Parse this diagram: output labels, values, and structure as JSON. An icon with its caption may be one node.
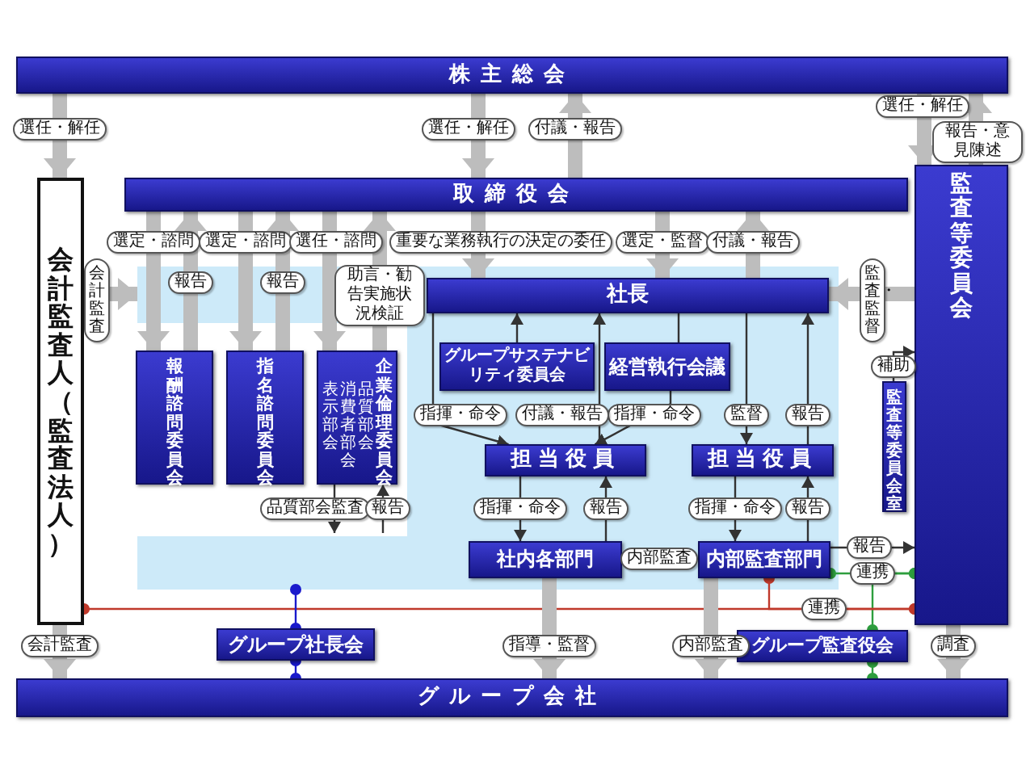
{
  "diagram": {
    "nodes": [
      {
        "text": [
          "株主総会"
        ]
      },
      {
        "text": [
          "取締役会"
        ]
      },
      {
        "text": [
          "会計監査人（監査法人）"
        ]
      },
      {
        "text": [
          "監査等委員会"
        ]
      },
      {
        "text": [],
        "shape": "box"
      },
      {
        "text": [
          "報酬諮問委員会"
        ]
      },
      {
        "text": [
          "指名諮問委員会"
        ]
      },
      {
        "text": [
          "企業倫理委員会",
          "品質部会",
          "消費者部会",
          "表示部会"
        ]
      },
      {
        "text": [
          "社長"
        ],
        "in": 4
      },
      {
        "text": [
          "グループサステナビリティ委員会"
        ],
        "in": 4
      },
      {
        "text": [
          "経営執行会議"
        ],
        "in": 4
      },
      {
        "text": [
          "担当役員"
        ],
        "in": 4
      },
      {
        "text": [
          "担当役員"
        ],
        "in": 4
      },
      {
        "text": [
          "社内各部門"
        ],
        "in": 4
      },
      {
        "text": [
          "内部監査部門"
        ],
        "in": 4
      },
      {
        "text": [
          "監査等委員会室"
        ]
      },
      {
        "text": [
          "グループ社長会"
        ]
      },
      {
        "text": [
          "グループ監査役会"
        ]
      },
      {
        "text": [
          "グループ会社"
        ]
      }
    ],
    "edges": [
      {
        "from": 0,
        "to": 2,
        "arrow": "to",
        "label": "選任・解任",
        "style": "thick"
      },
      {
        "from": 0,
        "to": 1,
        "arrow": "to",
        "label": "選任・解任",
        "style": "thick"
      },
      {
        "from": 1,
        "to": 0,
        "arrow": "to",
        "label": "付議・報告",
        "style": "thick"
      },
      {
        "from": 0,
        "to": 3,
        "arrow": "to",
        "label": "選任・解任",
        "style": "thick"
      },
      {
        "from": 3,
        "to": 0,
        "arrow": "to",
        "label": "報告・意見陳述",
        "style": "thick"
      },
      {
        "from": 1,
        "to": 5,
        "arrow": "to",
        "label": "選定・諮問",
        "style": "thick"
      },
      {
        "from": 5,
        "to": 1,
        "arrow": "to",
        "label": "報告",
        "style": "thick"
      },
      {
        "from": 1,
        "to": 6,
        "arrow": "to",
        "label": "選定・諮問",
        "style": "thick"
      },
      {
        "from": 6,
        "to": 1,
        "arrow": "to",
        "label": "報告",
        "style": "thick"
      },
      {
        "from": 1,
        "to": 7,
        "arrow": "to",
        "label": "選任・諮問",
        "style": "thick"
      },
      {
        "from": 7,
        "to": 1,
        "arrow": "to",
        "label": "助言・勧告実施状況検証",
        "style": "thick"
      },
      {
        "from": 1,
        "to": 8,
        "arrow": "to",
        "label": "重要な業務執行の決定の委任",
        "style": "thick"
      },
      {
        "from": 1,
        "to": 8,
        "arrow": "to",
        "label": "選定・監督",
        "style": "thick"
      },
      {
        "from": 8,
        "to": 1,
        "arrow": "to",
        "label": "付議・報告",
        "style": "thick"
      },
      {
        "from": 3,
        "to": 8,
        "arrow": "to",
        "label": "監査・監督",
        "style": "thick"
      },
      {
        "from": 2,
        "to": 4,
        "arrow": "to",
        "label": "会計監査",
        "style": "thick"
      },
      {
        "from": 7,
        "to": 4,
        "arrow": "to",
        "label": "品質部会監査",
        "color": "#333333"
      },
      {
        "from": 4,
        "to": 7,
        "arrow": "to",
        "label": "報告",
        "color": "#333333"
      },
      {
        "from": 8,
        "to": 11,
        "arrow": "to",
        "label": "指揮・命令",
        "color": "#333333"
      },
      {
        "from": 10,
        "to": 11,
        "arrow": "to",
        "label": "指揮・命令",
        "color": "#333333"
      },
      {
        "from": 11,
        "to": 8,
        "arrow": "to",
        "label": "付議・報告",
        "color": "#333333"
      },
      {
        "from": 9,
        "to": 8,
        "arrow": "to",
        "color": "#333333"
      },
      {
        "from": 10,
        "to": 8,
        "arrow": "none",
        "color": "#333333"
      },
      {
        "from": 8,
        "to": 12,
        "arrow": "to",
        "label": "監督",
        "color": "#333333"
      },
      {
        "from": 12,
        "to": 8,
        "arrow": "to",
        "label": "報告",
        "color": "#333333"
      },
      {
        "from": 11,
        "to": 13,
        "arrow": "to",
        "label": "指揮・命令",
        "color": "#333333"
      },
      {
        "from": 13,
        "to": 11,
        "arrow": "to",
        "label": "報告",
        "color": "#333333"
      },
      {
        "from": 12,
        "to": 14,
        "arrow": "to",
        "label": "指揮・命令",
        "color": "#333333"
      },
      {
        "from": 14,
        "to": 12,
        "arrow": "to",
        "label": "報告",
        "color": "#333333"
      },
      {
        "from": 14,
        "to": 13,
        "arrow": "to",
        "label": "内部監査",
        "color": "#333333"
      },
      {
        "from": 14,
        "to": 3,
        "arrow": "to",
        "label": "報告",
        "color": "#333333"
      },
      {
        "from": 14,
        "to": 3,
        "arrow": "other",
        "label": "連携",
        "color": "#2e9e3e"
      },
      {
        "from": 17,
        "to": 3,
        "arrow": "other",
        "color": "#2e9e3e"
      },
      {
        "from": 17,
        "to": 18,
        "arrow": "other",
        "color": "#2e9e3e"
      },
      {
        "from": 2,
        "to": 3,
        "arrow": "other",
        "color": "#c0392b"
      },
      {
        "from": 14,
        "to": 3,
        "arrow": "other",
        "label": "連携",
        "color": "#c0392b"
      },
      {
        "from": 4,
        "to": 16,
        "arrow": "other",
        "color": "#1a1acc"
      },
      {
        "from": 16,
        "to": 18,
        "arrow": "other",
        "color": "#1a1acc"
      },
      {
        "from": 15,
        "to": 3,
        "arrow": "to",
        "label": "補助",
        "color": "#333333"
      },
      {
        "from": 2,
        "to": 18,
        "arrow": "to",
        "label": "会計監査",
        "style": "thick"
      },
      {
        "from": 13,
        "to": 18,
        "arrow": "to",
        "label": "指導・監督",
        "style": "thick"
      },
      {
        "from": 14,
        "to": 18,
        "arrow": "to",
        "label": "内部監査",
        "style": "thick"
      },
      {
        "from": 3,
        "to": 18,
        "arrow": "to",
        "label": "調査",
        "style": "thick"
      }
    ]
  }
}
